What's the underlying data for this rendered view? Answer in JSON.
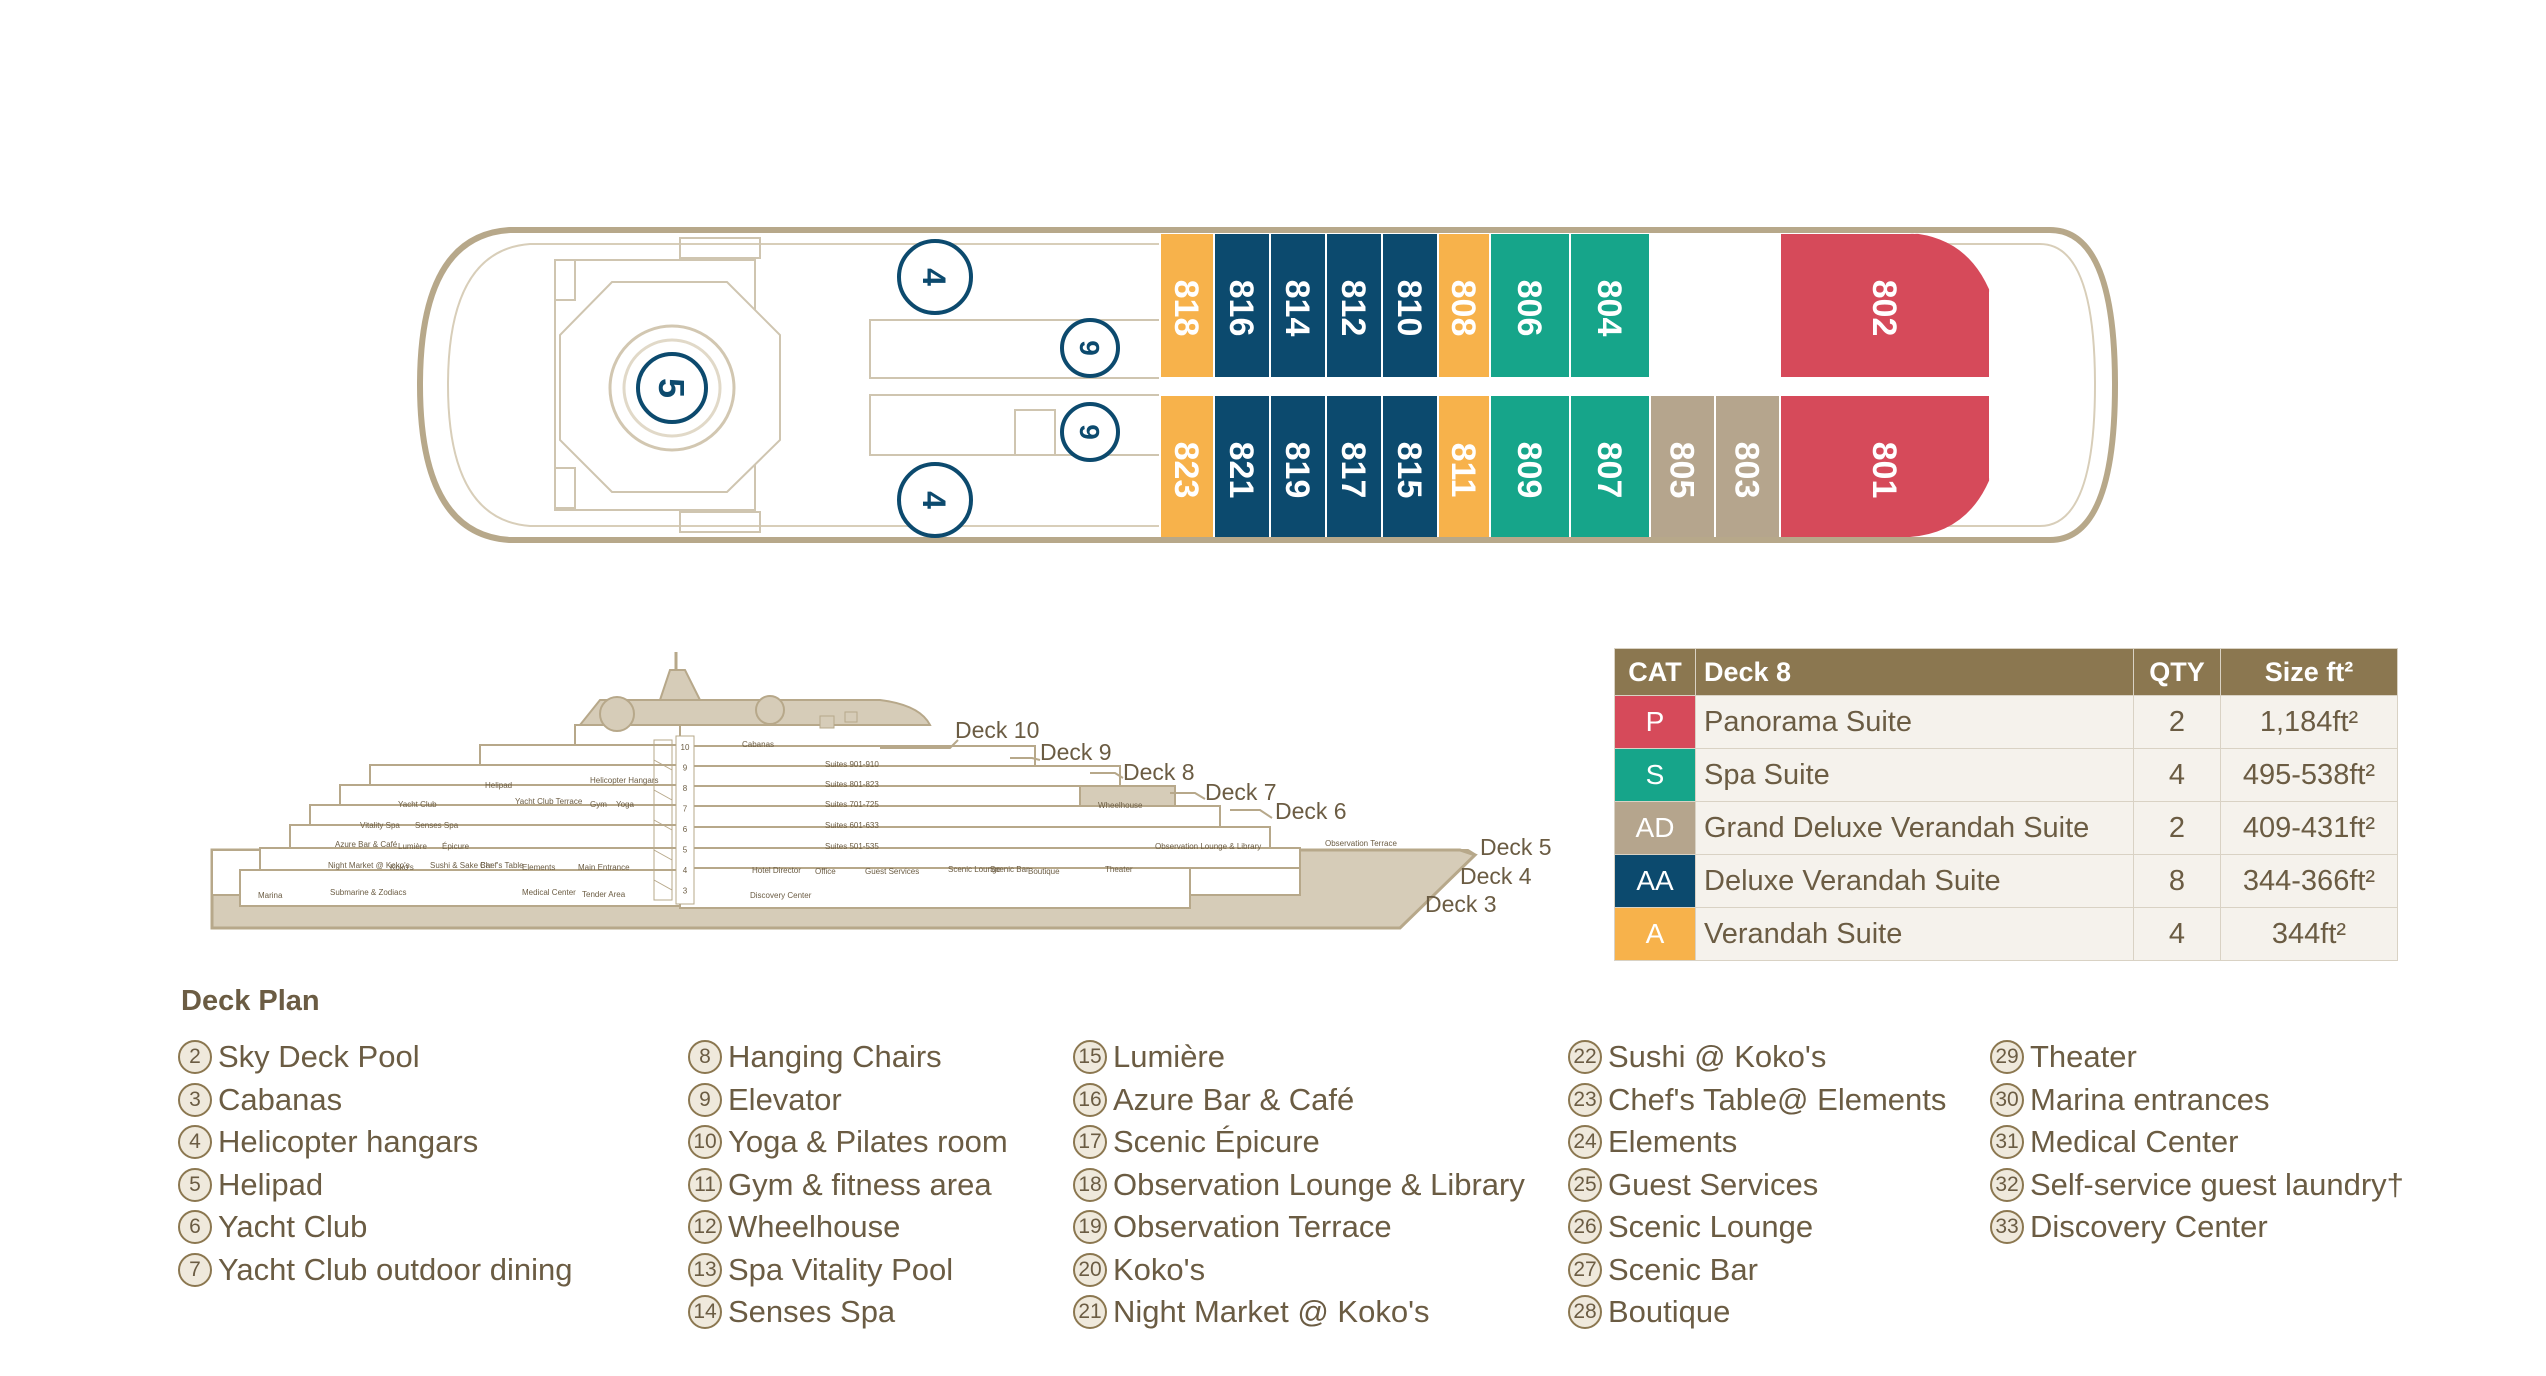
{
  "colors": {
    "P": "#d64a5a",
    "S": "#16a58a",
    "AD": "#b5a58d",
    "AA": "#0c4a6e",
    "A": "#f7b24b",
    "table_header": "#8b7750",
    "hull_outline": "#b7a88a",
    "text": "#6b5c43"
  },
  "deck_top": {
    "labels": {
      "helipad_number": "5",
      "hangar_top": "4",
      "hangar_bottom": "4",
      "elevator_top": "9",
      "elevator_bottom": "9"
    },
    "cabins_top": [
      {
        "number": "818",
        "category": "A"
      },
      {
        "number": "816",
        "category": "AA"
      },
      {
        "number": "814",
        "category": "AA"
      },
      {
        "number": "812",
        "category": "AA"
      },
      {
        "number": "810",
        "category": "AA"
      },
      {
        "number": "808",
        "category": "A"
      },
      {
        "number": "806",
        "category": "S"
      },
      {
        "number": "804",
        "category": "S"
      },
      {
        "number": "",
        "category": "blank"
      },
      {
        "number": "802",
        "category": "P"
      }
    ],
    "cabins_bottom": [
      {
        "number": "823",
        "category": "A"
      },
      {
        "number": "821",
        "category": "AA"
      },
      {
        "number": "819",
        "category": "AA"
      },
      {
        "number": "817",
        "category": "AA"
      },
      {
        "number": "815",
        "category": "AA"
      },
      {
        "number": "811",
        "category": "A"
      },
      {
        "number": "809",
        "category": "S"
      },
      {
        "number": "807",
        "category": "S"
      },
      {
        "number": "805",
        "category": "AD"
      },
      {
        "number": "803",
        "category": "AD"
      },
      {
        "number": "801",
        "category": "P"
      }
    ]
  },
  "side_view": {
    "deck_labels": [
      "Deck 10",
      "Deck 9",
      "Deck 8",
      "Deck 7",
      "Deck 6",
      "Deck 5",
      "Deck 4",
      "Deck 3"
    ],
    "deck_numbers": [
      "10",
      "9",
      "8",
      "7",
      "6",
      "5",
      "4",
      "3"
    ],
    "room_labels": {
      "cabanas": "Cabanas",
      "suites_901": "Suites 901-910",
      "suites_801": "Suites 801-823",
      "suites_701": "Suites 701-725",
      "suites_601": "Suites 601-633",
      "suites_501": "Suites 501-535",
      "helicopter_hangars": "Helicopter Hangars",
      "helipad": "Helipad",
      "yacht_club": "Yacht Club",
      "yacht_club_terrace": "Yacht Club Terrace",
      "gym": "Gym",
      "yoga": "Yoga",
      "vitality_spa": "Vitality Spa",
      "senses_spa": "Senses Spa",
      "azure_bar": "Azure Bar & Café",
      "lumiere": "Lumière",
      "epicure": "Épicure",
      "night_market": "Night Market @ Koko's",
      "kokos": "Koko's",
      "sushi_sake": "Sushi & Sake Bar",
      "chefs_table": "Chef's Table",
      "elements": "Elements",
      "main_entrance": "Main Entrance",
      "marina": "Marina",
      "submarine": "Submarine & Zodiacs",
      "medical_center": "Medical Center",
      "tender_area": "Tender Area",
      "wheelhouse": "Wheelhouse",
      "observation_lounge": "Observation Lounge & Library",
      "observation_terrace": "Observation Terrace",
      "hotel_director": "Hotel Director",
      "office": "Office",
      "guest_services": "Guest Services",
      "scenic_lounge": "Scenic Lounge",
      "scenic_bar": "Scenic Bar",
      "boutique": "Boutique",
      "theater": "Theater",
      "discovery_center": "Discovery Center"
    }
  },
  "category_table": {
    "headers": {
      "cat": "CAT",
      "deck": "Deck 8",
      "qty": "QTY",
      "size": "Size ft²"
    },
    "rows": [
      {
        "cat": "P",
        "name": "Panorama Suite",
        "qty": "2",
        "size": "1,184ft²"
      },
      {
        "cat": "S",
        "name": "Spa Suite",
        "qty": "4",
        "size": "495-538ft²"
      },
      {
        "cat": "AD",
        "name": "Grand Deluxe Verandah Suite",
        "qty": "2",
        "size": "409-431ft²"
      },
      {
        "cat": "AA",
        "name": "Deluxe Verandah Suite",
        "qty": "8",
        "size": "344-366ft²"
      },
      {
        "cat": "A",
        "name": "Verandah Suite",
        "qty": "4",
        "size": "344ft²"
      }
    ]
  },
  "deck_plan": {
    "title": "Deck Plan",
    "columns": [
      [
        {
          "num": "2",
          "label": "Sky Deck Pool"
        },
        {
          "num": "3",
          "label": "Cabanas"
        },
        {
          "num": "4",
          "label": "Helicopter hangars"
        },
        {
          "num": "5",
          "label": "Helipad"
        },
        {
          "num": "6",
          "label": "Yacht Club"
        },
        {
          "num": "7",
          "label": "Yacht Club outdoor dining"
        }
      ],
      [
        {
          "num": "8",
          "label": "Hanging Chairs"
        },
        {
          "num": "9",
          "label": "Elevator"
        },
        {
          "num": "10",
          "label": "Yoga & Pilates room"
        },
        {
          "num": "11",
          "label": "Gym & fitness area"
        },
        {
          "num": "12",
          "label": "Wheelhouse"
        },
        {
          "num": "13",
          "label": "Spa Vitality Pool"
        },
        {
          "num": "14",
          "label": "Senses Spa"
        }
      ],
      [
        {
          "num": "15",
          "label": "Lumière"
        },
        {
          "num": "16",
          "label": "Azure Bar & Café"
        },
        {
          "num": "17",
          "label": "Scenic Épicure"
        },
        {
          "num": "18",
          "label": "Observation Lounge & Library"
        },
        {
          "num": "19",
          "label": "Observation Terrace"
        },
        {
          "num": "20",
          "label": "Koko's"
        },
        {
          "num": "21",
          "label": "Night Market @ Koko's"
        }
      ],
      [
        {
          "num": "22",
          "label": "Sushi @ Koko's"
        },
        {
          "num": "23",
          "label": "Chef's Table@ Elements"
        },
        {
          "num": "24",
          "label": "Elements"
        },
        {
          "num": "25",
          "label": "Guest Services"
        },
        {
          "num": "26",
          "label": "Scenic Lounge"
        },
        {
          "num": "27",
          "label": "Scenic Bar"
        },
        {
          "num": "28",
          "label": "Boutique"
        }
      ],
      [
        {
          "num": "29",
          "label": "Theater"
        },
        {
          "num": "30",
          "label": "Marina entrances"
        },
        {
          "num": "31",
          "label": "Medical Center"
        },
        {
          "num": "32",
          "label": "Self-service guest laundry†"
        },
        {
          "num": "33",
          "label": "Discovery Center"
        }
      ]
    ]
  }
}
